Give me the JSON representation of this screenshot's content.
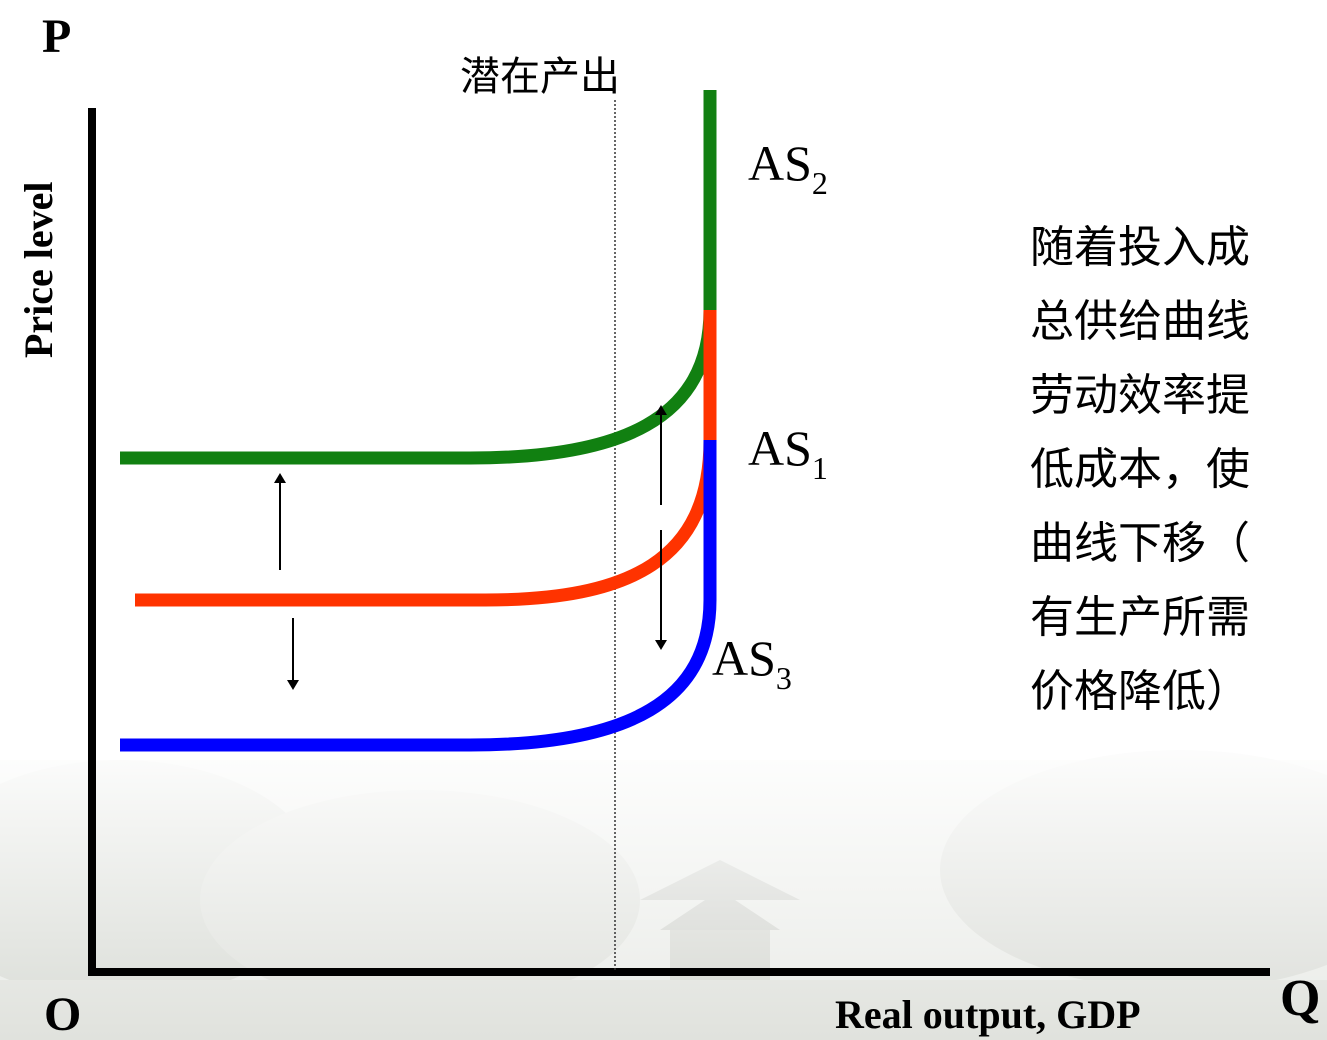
{
  "axes": {
    "y_symbol": "P",
    "y_label": "Price level",
    "x_symbol": "Q",
    "x_label": "Real output, GDP",
    "origin_label": "O"
  },
  "potential_output_label": "潜在产出",
  "curves": [
    {
      "name": "AS",
      "subscript": "2",
      "color": "#118011"
    },
    {
      "name": "AS",
      "subscript": "1",
      "color": "#ff3300"
    },
    {
      "name": "AS",
      "subscript": "3",
      "color": "#0000ff"
    }
  ],
  "annotation_lines": [
    "随着投入成",
    "总供给曲线",
    "劳动效率提",
    "低成本，使",
    "曲线下移（",
    "有生产所需",
    "价格降低）"
  ],
  "colors": {
    "axis": "#000000",
    "background_scene": "#cfd3cc"
  }
}
